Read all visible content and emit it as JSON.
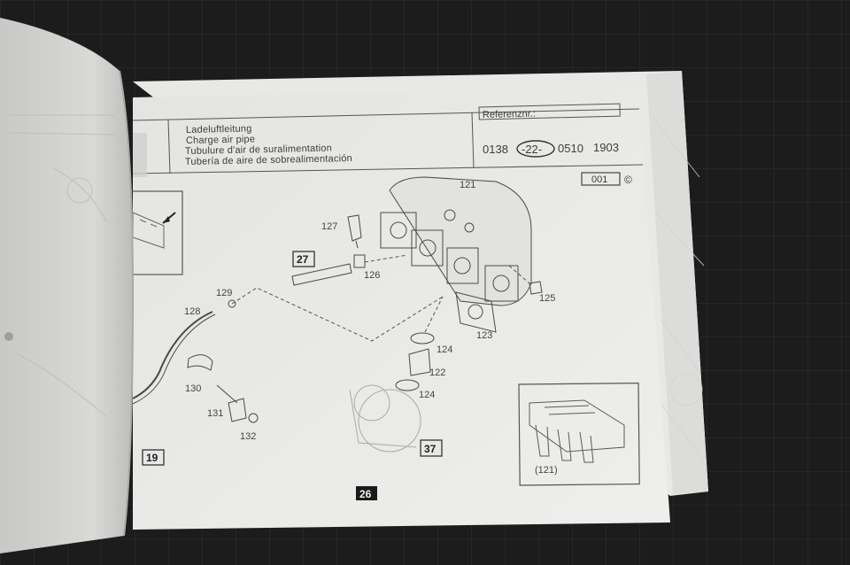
{
  "header": {
    "titles": [
      "Ladeluftleitung",
      "Charge air pipe",
      "Tubulure d'air de suralimentation",
      "Tubería de aire de sobrealimentación"
    ],
    "reference_label": "Referenznr.:",
    "reference_parts": [
      "0138",
      "-22-",
      "0510",
      "1903"
    ]
  },
  "figure_code": "001",
  "copyright_mark": "©",
  "callouts": [
    "121",
    "127",
    "126",
    "125",
    "123",
    "124",
    "122",
    "124",
    "129",
    "128",
    "130",
    "131",
    "132",
    "(121)"
  ],
  "boxed_refs": [
    "27",
    "19",
    "37"
  ],
  "page_number": "26",
  "colors": {
    "mat": "#1b1c1b",
    "page": "#ececea",
    "ink": "#3d3d3d",
    "page_number_bg": "#1a1a1a"
  }
}
